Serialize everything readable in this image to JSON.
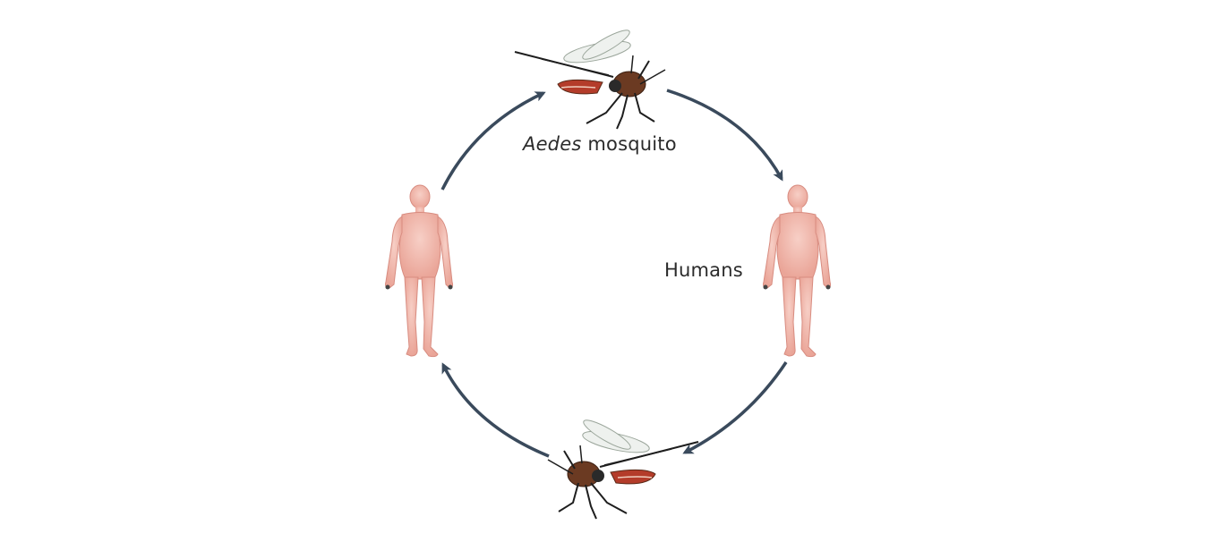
{
  "labels": {
    "mosquito_genus": "Aedes",
    "mosquito_word": "mosquito",
    "humans": "Humans"
  },
  "colors": {
    "arrow": "#3a4a5c",
    "skin_fill": "#f2b8ad",
    "skin_outline": "#d88c80",
    "mosquito_body": "#6b3a22",
    "mosquito_abdomen": "#b43c2a",
    "mosquito_legs": "#1e1e1e",
    "wing": "#e8ece8"
  },
  "icons": [
    "mosquito-icon",
    "human-figure-icon",
    "cycle-arrow-icon"
  ]
}
